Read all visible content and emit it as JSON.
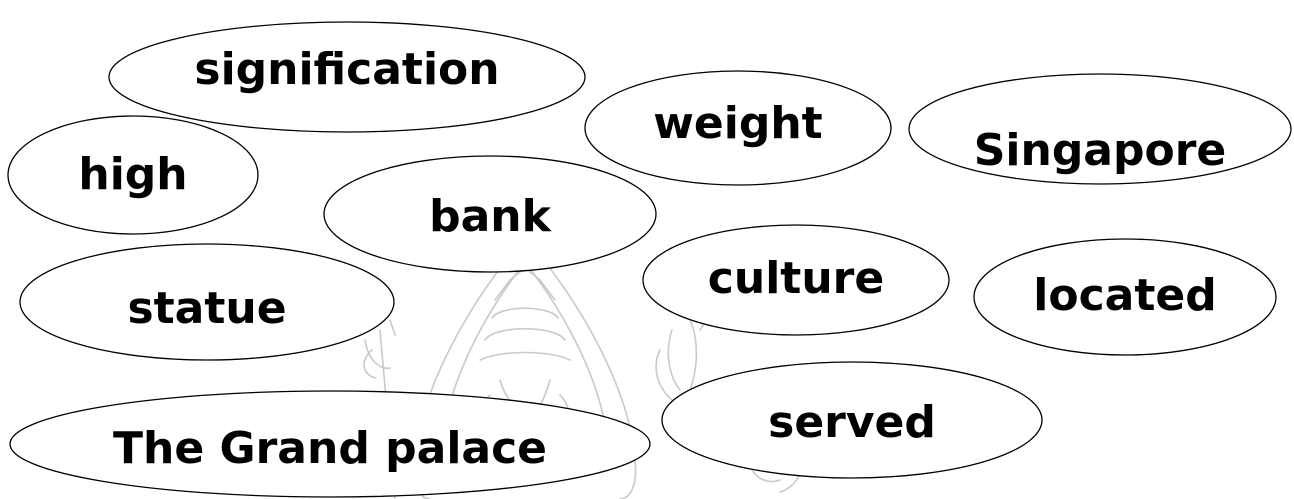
{
  "word_bubbles": [
    {
      "label": "signification"
    },
    {
      "label": "weight"
    },
    {
      "label": "Singapore"
    },
    {
      "label": "high"
    },
    {
      "label": "bank"
    },
    {
      "label": "culture"
    },
    {
      "label": "located"
    },
    {
      "label": "statue"
    },
    {
      "label": "served"
    },
    {
      "label": "The Grand palace"
    }
  ],
  "colors": {
    "outline": "#000000",
    "text": "#000000",
    "background": "#ffffff",
    "watermark": "#c9c9c9"
  },
  "watermark": {
    "icon": "university-emblem-watermark"
  }
}
